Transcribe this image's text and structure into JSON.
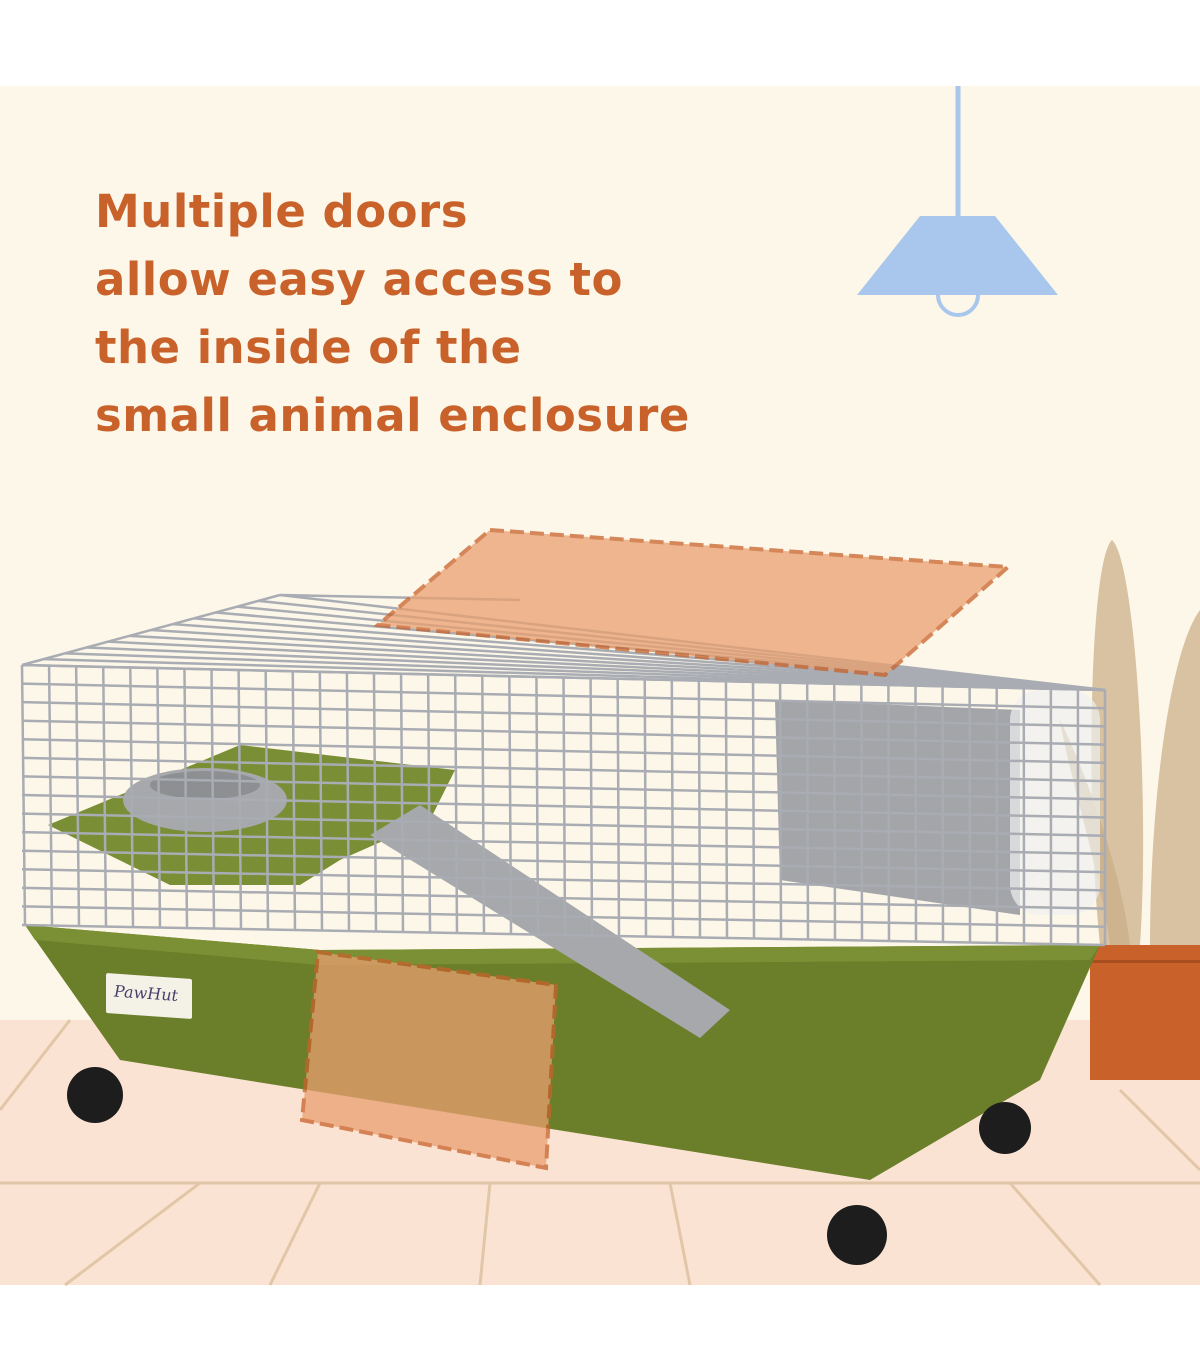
{
  "headline": {
    "lines": [
      "Multiple doors",
      "allow easy access to",
      "the inside of the",
      "small animal enclosure"
    ]
  },
  "brand_logo": {
    "text": "PawHut"
  },
  "colors": {
    "background": "#fdf7ea",
    "floor": "#fbe3d3",
    "text_accent": "#c8622a",
    "lamp": "#a9c6ec",
    "cage_green": "#6b7f2a",
    "door_highlight": "#e9a070",
    "wire": "#a9acb2"
  }
}
